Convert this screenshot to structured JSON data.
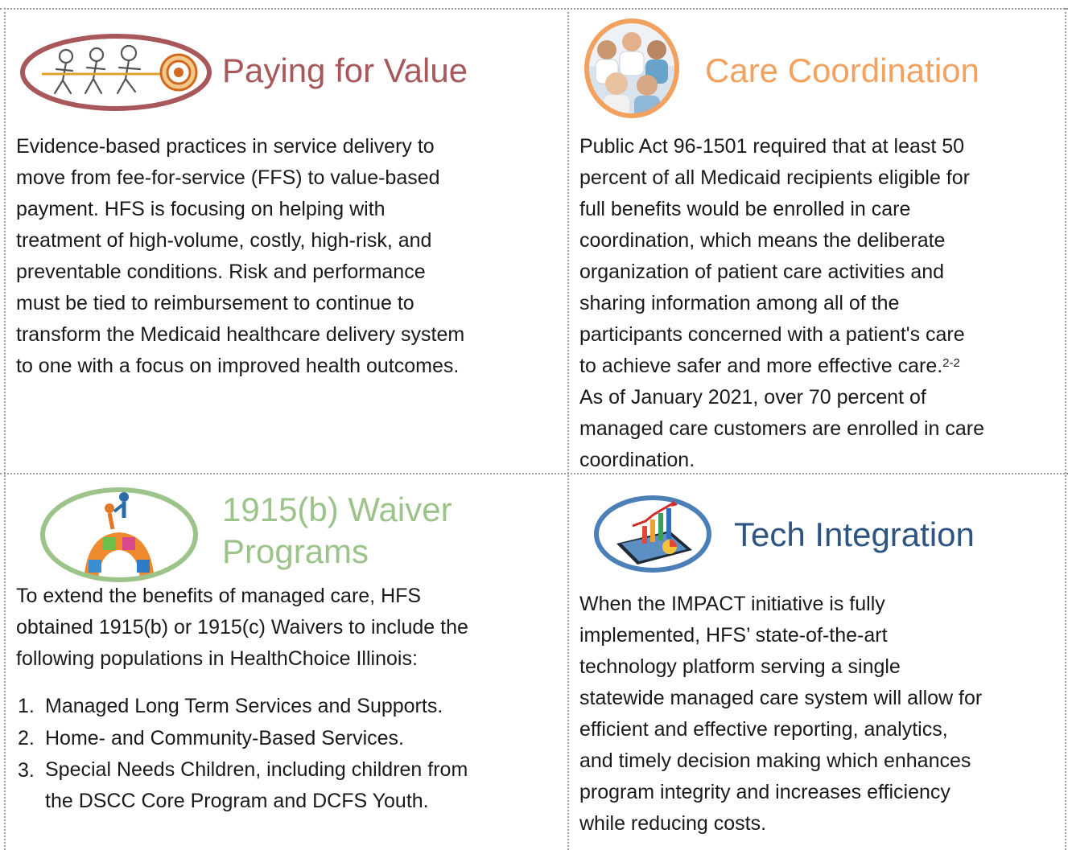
{
  "panels": {
    "paying_for_value": {
      "title": "Paying for Value",
      "color": "#a8575a",
      "lines": [
        "Evidence-based practices in service delivery to",
        "move from fee-for-service (FFS) to value-based",
        "payment. HFS is focusing on helping with",
        "treatment of high-volume, costly, high-risk, and",
        "preventable conditions.  Risk and performance",
        "must be tied to reimbursement to continue to",
        "transform the Medicaid healthcare delivery system",
        "to one with a focus on improved health outcomes."
      ]
    },
    "care_coordination": {
      "title": "Care Coordination",
      "color": "#f2a15f",
      "lines": [
        "Public Act 96-1501  required that at least 50",
        "percent of all Medicaid recipients eligible for",
        "full benefits would be enrolled in care",
        "coordination, which means the deliberate",
        "organization of patient care activities  and",
        "sharing information among all of the",
        "participants  concerned with a patient's care",
        "to achieve safer and more effective care.",
        "As of January 2021,  over 70 percent of",
        "managed care customers are enrolled in care",
        "coordination."
      ],
      "footnote": "2-2"
    },
    "waiver": {
      "title_line1": "1915(b) Waiver",
      "title_line2": "Programs",
      "color": "#9cc38a",
      "intro_lines": [
        "To extend the benefits of managed care, HFS",
        "obtained 1915(b)  or 1915(c)  Waivers to include the",
        "following populations in HealthChoice Illinois:"
      ],
      "items": [
        {
          "num": "1.",
          "lines": [
            "Managed Long Term Services and Supports."
          ]
        },
        {
          "num": "2.",
          "lines": [
            "Home- and Community-Based Services."
          ]
        },
        {
          "num": "3.",
          "lines": [
            "Special Needs Children, including children from",
            "the DSCC Core Program and DCFS Youth."
          ]
        }
      ]
    },
    "tech": {
      "title": "Tech Integration",
      "color": "#2e5582",
      "lines": [
        "When the IMPACT initiative  is fully",
        "implemented, HFS’ state-of-the-art",
        "technology platform serving a single",
        "statewide managed care system will allow for",
        "efficient and effective reporting, analytics,",
        "and timely decision making which enhances",
        "program integrity and increases efficiency",
        "while reducing costs."
      ]
    }
  }
}
